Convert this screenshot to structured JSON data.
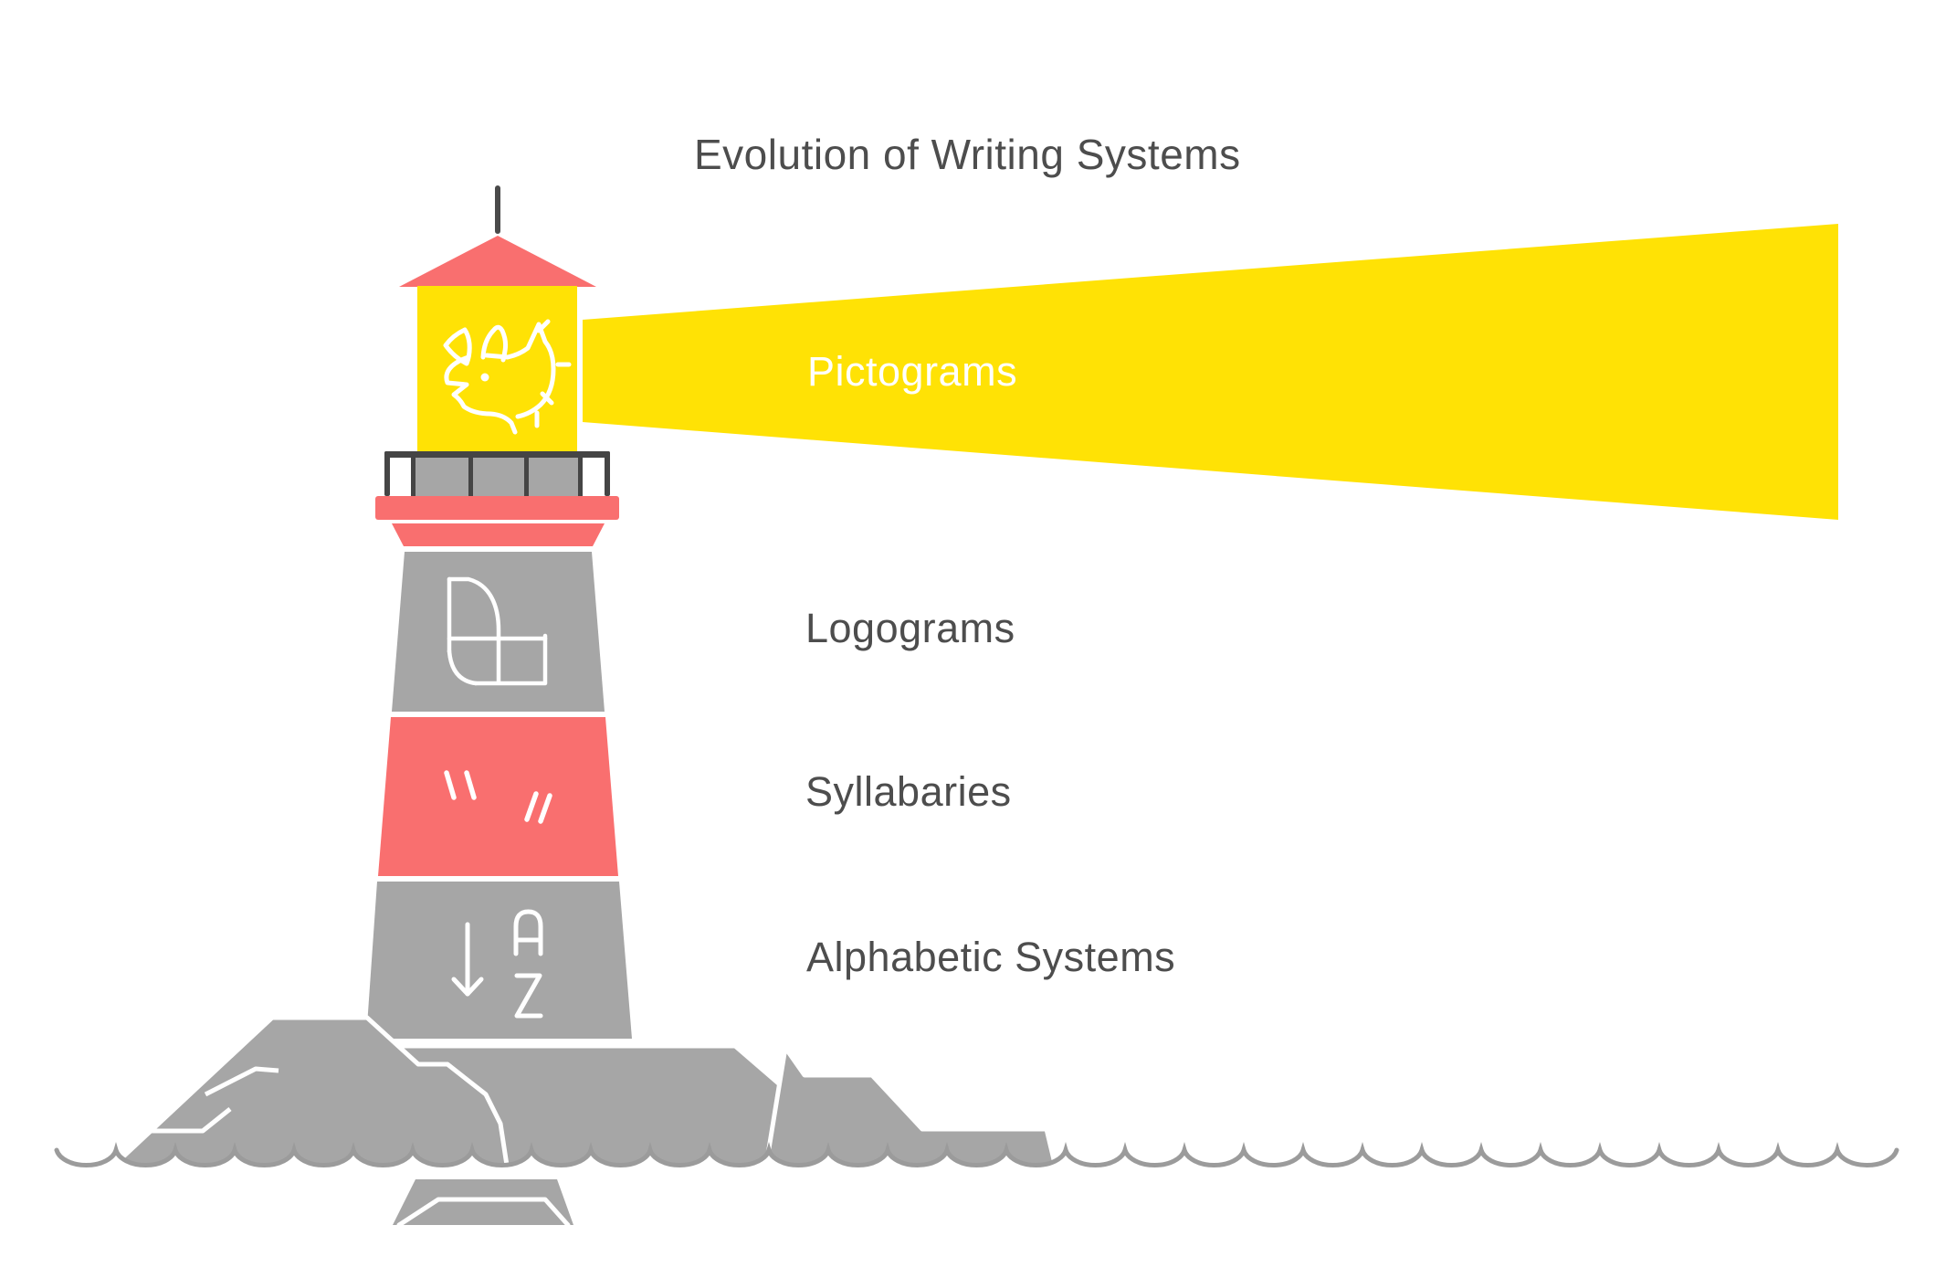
{
  "title": "Evolution of Writing Systems",
  "stages": [
    {
      "label": "Pictograms",
      "icon": "triceratops-pictogram-icon"
    },
    {
      "label": "Logograms",
      "icon": "logogram-window-icon"
    },
    {
      "label": "Syllabaries",
      "icon": "ditto-marks-icon"
    },
    {
      "label": "Alphabetic Systems",
      "icon": "arrow-a-to-z-icon"
    }
  ],
  "colors": {
    "accent-yellow": "#FFE205",
    "accent-coral": "#F96F6F",
    "structure-gray": "#A6A6A6",
    "railing-dark": "#454545",
    "antenna-dark": "#4A4A4A",
    "text-gray": "#4D4D4D",
    "wave-gray": "#9B9B9B",
    "icon-white": "#FFFFFF"
  }
}
